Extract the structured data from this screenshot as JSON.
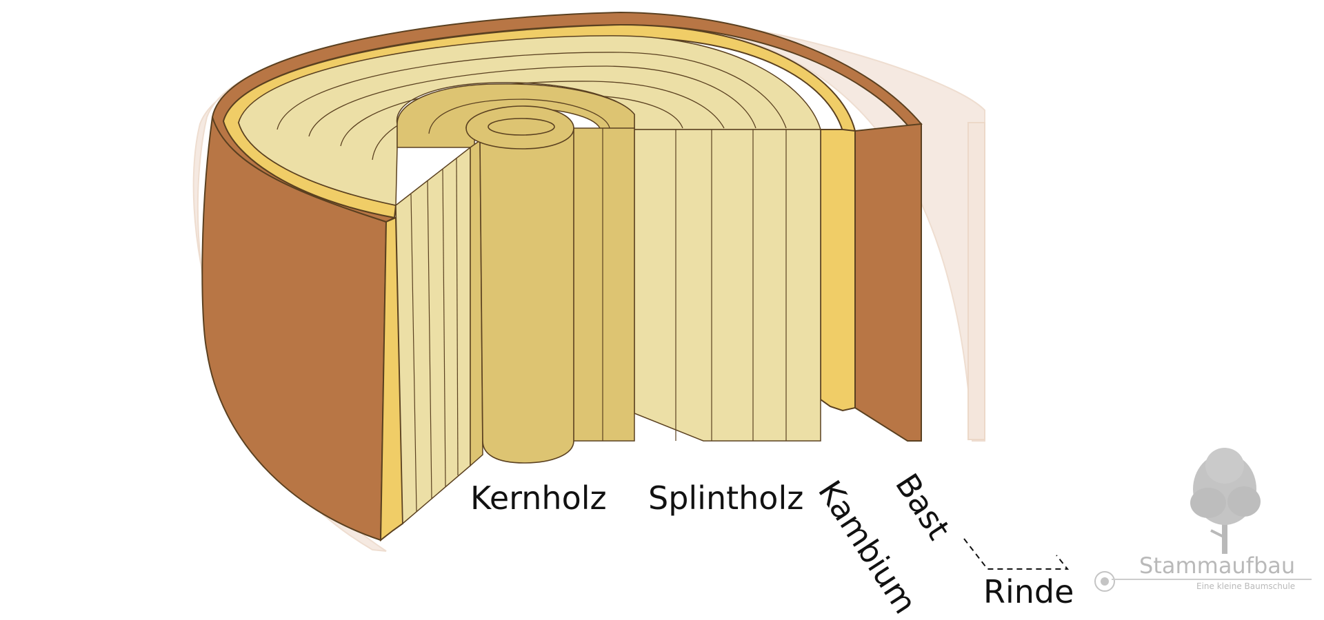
{
  "labels": {
    "kernholz": "Kernholz",
    "splintholz": "Splintholz",
    "kambium": "Kambium",
    "bast": "Bast",
    "rinde": "Rinde"
  },
  "logo": {
    "title": "Stammaufbau",
    "subtitle": "Eine kleine Baumschule",
    "icon": "tree-icon"
  },
  "colors": {
    "bark": "#b87645",
    "bast_ghost": "#f2e1d6",
    "kambium": "#f0cd67",
    "splintholz": "#ecdfa6",
    "kernholz": "#ddc472",
    "outline": "#5a4020",
    "tree_logo": "#b9b9b9"
  }
}
